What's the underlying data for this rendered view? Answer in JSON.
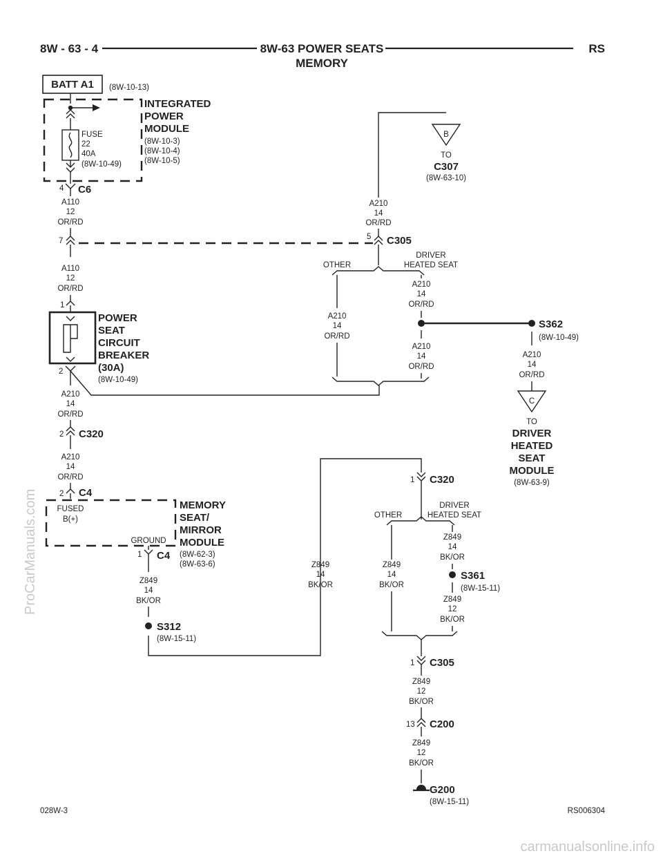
{
  "header": {
    "left": "8W - 63 - 4",
    "title_line1": "8W-63 POWER SEATS",
    "title_line2": "MEMORY",
    "right": "RS"
  },
  "footer": {
    "left": "028W-3",
    "right": "RS006304"
  },
  "watermarks": {
    "side": "ProCarManuals.com",
    "bottom": "carmanualsonline.info"
  },
  "batt": {
    "label": "BATT A1",
    "ref": "(8W-10-13)"
  },
  "ipm": {
    "name_l1": "INTEGRATED",
    "name_l2": "POWER",
    "name_l3": "MODULE",
    "ref1": "(8W-10-3)",
    "ref2": "(8W-10-4)",
    "ref3": "(8W-10-5)",
    "fuse_l1": "FUSE",
    "fuse_l2": "22",
    "fuse_l3": "40A",
    "fuse_ref": "(8W-10-49)"
  },
  "c6": {
    "pin": "4",
    "name": "C6"
  },
  "wire_a110_top": {
    "circuit": "A110",
    "gauge": "12",
    "color": "OR/RD"
  },
  "c305_top": {
    "pin_left": "7",
    "pin_right": "5",
    "name": "C305"
  },
  "wire_a110_mid": {
    "circuit": "A110",
    "gauge": "12",
    "color": "OR/RD"
  },
  "cb": {
    "pin_top": "1",
    "pin_bottom": "2",
    "name_l1": "POWER",
    "name_l2": "SEAT",
    "name_l3": "CIRCUIT",
    "name_l4": "BREAKER",
    "name_l5": "(30A)",
    "ref": "(8W-10-49)"
  },
  "wire_a210_left1": {
    "circuit": "A210",
    "gauge": "14",
    "color": "OR/RD"
  },
  "c320_left": {
    "pin": "2",
    "name": "C320"
  },
  "wire_a210_left2": {
    "circuit": "A210",
    "gauge": "14",
    "color": "OR/RD"
  },
  "c4_top": {
    "pin": "2",
    "name": "C4"
  },
  "msm": {
    "name_l1": "MEMORY",
    "name_l2": "SEAT/",
    "name_l3": "MIRROR",
    "name_l4": "MODULE",
    "ref1": "(8W-62-3)",
    "ref2": "(8W-63-6)",
    "fused_l1": "FUSED",
    "fused_l2": "B(+)",
    "ground": "GROUND"
  },
  "c4_bottom": {
    "pin": "1",
    "name": "C4"
  },
  "wire_z849_c4": {
    "circuit": "Z849",
    "gauge": "14",
    "color": "BK/OR"
  },
  "s312": {
    "name": "S312",
    "ref": "(8W-15-11)"
  },
  "c307": {
    "letter": "B",
    "to": "TO",
    "name": "C307",
    "ref": "(8W-63-10)"
  },
  "wire_a210_c307": {
    "circuit": "A210",
    "gauge": "14",
    "color": "OR/RD"
  },
  "branch_top": {
    "other": "OTHER",
    "driver_l1": "DRIVER",
    "driver_l2": "HEATED SEAT"
  },
  "wire_a210_other": {
    "circuit": "A210",
    "gauge": "14",
    "color": "OR/RD"
  },
  "wire_a210_drv1": {
    "circuit": "A210",
    "gauge": "14",
    "color": "OR/RD"
  },
  "wire_a210_drv2": {
    "circuit": "A210",
    "gauge": "14",
    "color": "OR/RD"
  },
  "s362": {
    "name": "S362",
    "ref": "(8W-10-49)"
  },
  "wire_a210_s362": {
    "circuit": "A210",
    "gauge": "14",
    "color": "OR/RD"
  },
  "dhsm": {
    "letter": "C",
    "to": "TO",
    "name_l1": "DRIVER",
    "name_l2": "HEATED",
    "name_l3": "SEAT",
    "name_l4": "MODULE",
    "ref": "(8W-63-9)"
  },
  "c320_right": {
    "pin": "1",
    "name": "C320"
  },
  "branch_bot": {
    "other": "OTHER",
    "driver_l1": "DRIVER",
    "driver_l2": "HEATED SEAT"
  },
  "wire_z849_long": {
    "circuit": "Z849",
    "gauge": "14",
    "color": "BK/OR"
  },
  "wire_z849_other": {
    "circuit": "Z849",
    "gauge": "14",
    "color": "BK/OR"
  },
  "wire_z849_drv": {
    "circuit": "Z849",
    "gauge": "14",
    "color": "BK/OR"
  },
  "s361": {
    "name": "S361",
    "ref": "(8W-15-11)"
  },
  "wire_z849_s361": {
    "circuit": "Z849",
    "gauge": "12",
    "color": "BK/OR"
  },
  "c305_bot": {
    "pin": "1",
    "name": "C305"
  },
  "wire_z849_c305": {
    "circuit": "Z849",
    "gauge": "12",
    "color": "BK/OR"
  },
  "c200": {
    "pin": "13",
    "name": "C200"
  },
  "wire_z849_c200": {
    "circuit": "Z849",
    "gauge": "12",
    "color": "BK/OR"
  },
  "g200": {
    "name": "G200",
    "ref": "(8W-15-11)"
  }
}
